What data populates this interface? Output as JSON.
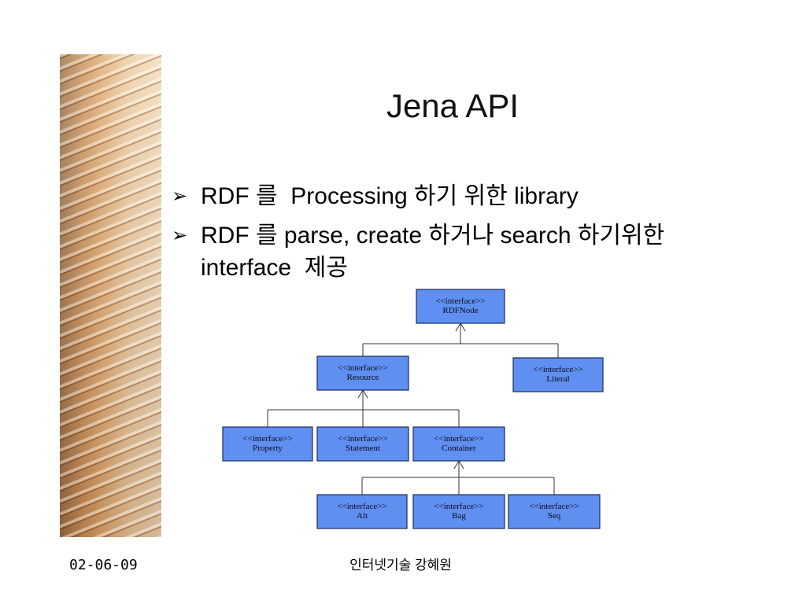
{
  "slide": {
    "title": "Jena API",
    "bullets": [
      {
        "marker": "➢",
        "text": "RDF 를  Processing 하기 위한 library"
      },
      {
        "marker": "➢",
        "text": "RDF 를 parse, create 하거나 search 하기위한 interface  제공"
      }
    ]
  },
  "diagram": {
    "root": {
      "stereotype": "<<interface>>",
      "name": "RDFNode",
      "children": [
        {
          "stereotype": "<<interface>>",
          "name": "Resource",
          "children": [
            {
              "stereotype": "<<interface>>",
              "name": "Property"
            },
            {
              "stereotype": "<<interface>>",
              "name": "Statement"
            },
            {
              "stereotype": "<<interface>>",
              "name": "Container",
              "children": [
                {
                  "stereotype": "<<interface>>",
                  "name": "Alt"
                },
                {
                  "stereotype": "<<interface>>",
                  "name": "Bag"
                },
                {
                  "stereotype": "<<interface>>",
                  "name": "Seq"
                }
              ]
            }
          ]
        },
        {
          "stereotype": "<<interface>>",
          "name": "Literal"
        }
      ]
    }
  },
  "footer": {
    "date": "02-06-09",
    "author": "인터넷기술 강혜원"
  },
  "colors": {
    "box_fill": "#5f8ff0",
    "box_border": "#1c2c5c",
    "connector": "#333333"
  }
}
